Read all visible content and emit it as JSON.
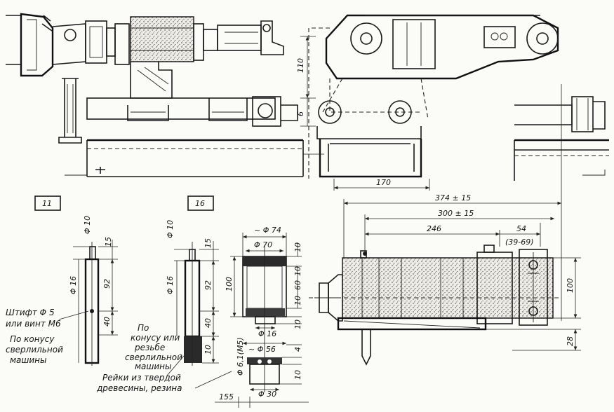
{
  "figure_labels": {
    "fig_11": "11",
    "fig_16": "16"
  },
  "dimensions": {
    "d_110": "110",
    "d_6": "6",
    "d_170": "170",
    "d_374": "374 ± 15",
    "d_300": "300 ± 15",
    "d_246": "246",
    "d_54": "54",
    "d_39_69": "(39-69)",
    "d_100_right": "100",
    "d_28": "28",
    "pin_phi10_a": "Φ 10",
    "pin_15_a": "15",
    "pin_phi16_a": "Φ 16",
    "pin_92_a": "92",
    "pin_40_a": "40",
    "pin_phi10_b": "Φ 10",
    "pin_15_b": "15",
    "pin_phi16_b": "Φ 16",
    "pin_92_b": "92",
    "pin_40_b": "40",
    "pin_10_b": "10",
    "hub_74": "~ Φ 74",
    "hub_70": "Φ 70",
    "hub_100": "100",
    "hub_10_top": "10",
    "hub_10_mid": "10",
    "hub_60": "60",
    "hub_10_low": "10",
    "hub_10_bot": "10",
    "hub_phi16": "Φ 16",
    "hub_56": "~ Φ 56",
    "hub_4": "4",
    "hub_phi61": "Φ 6,1(M5)",
    "hub_10_s": "10",
    "hub_30": "Φ 30",
    "hub_155": "155"
  },
  "notes": {
    "pin_a": [
      "Штифт Φ 5",
      "или винт М6"
    ],
    "cone_a": [
      "По конусу",
      "сверлильной",
      "машины"
    ],
    "cone_b": [
      "По",
      "конусу или",
      "резьбе",
      "сверлильной",
      "машины"
    ],
    "rails": [
      "Рейки из твердой",
      "древесины, резина"
    ]
  }
}
